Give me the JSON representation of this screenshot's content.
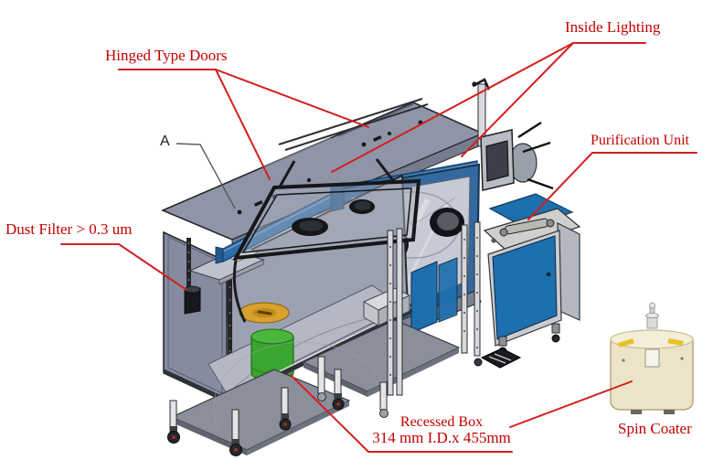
{
  "callouts": {
    "hinged_type_doors": "Hinged Type Doors",
    "inside_lighting": "Inside Lighting",
    "purification_unit": "Purification Unit",
    "dust_filter": "Dust Filter > 0.3 um",
    "recessed_box_line1": "Recessed Box",
    "recessed_box_line2": "314 mm I.D.x 455mm",
    "spin_coater": "Spin Coater",
    "detail_marker": "A"
  },
  "colors": {
    "callout_text": "#c40000",
    "leader_line": "#d32020",
    "detail_marker_line": "#55585c",
    "machine_gray": "#8f95a6",
    "lighting_rail_blue": "#2f6da8",
    "purifier_blue": "#1d6fad",
    "recessed_box_green": "#3aa52f",
    "spinner_plate_orange": "#d8a02c",
    "spin_coater_cream": "#ece4c8"
  }
}
